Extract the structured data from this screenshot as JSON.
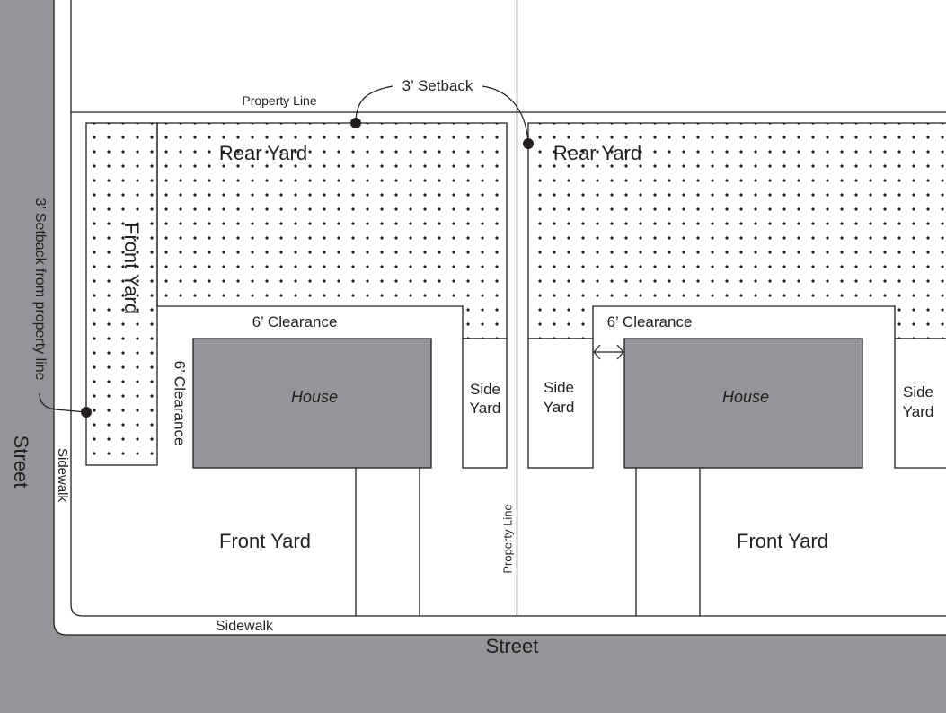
{
  "labels": {
    "street_side": "Street",
    "street_bottom": "Street",
    "sidewalk_side": "Sidewalk",
    "sidewalk_bottom": "Sidewalk",
    "property_line_top": "Property Line",
    "property_line_middle": "Property Line",
    "setback_top": "3’ Setback",
    "setback_side": "3’ Setback from property line"
  },
  "lot_left": {
    "rear_yard": "Rear Yard",
    "front_yard_side": "Front Yard",
    "clearance_top": "6’ Clearance",
    "clearance_side": "6’ Clearance",
    "house": "House",
    "side_yard_line1": "Side",
    "side_yard_line2": "Yard",
    "front_yard": "Front Yard"
  },
  "lot_right": {
    "rear_yard": "Rear Yard",
    "clearance_top": "6’ Clearance",
    "house": "House",
    "side_yard_left_line1": "Side",
    "side_yard_left_line2": "Yard",
    "side_yard_right_line1": "Side",
    "side_yard_right_line2": "Yard",
    "front_yard": "Front Yard"
  },
  "colors": {
    "street": "#939598",
    "house": "#939598",
    "line": "#231f20",
    "background": "#ffffff"
  }
}
